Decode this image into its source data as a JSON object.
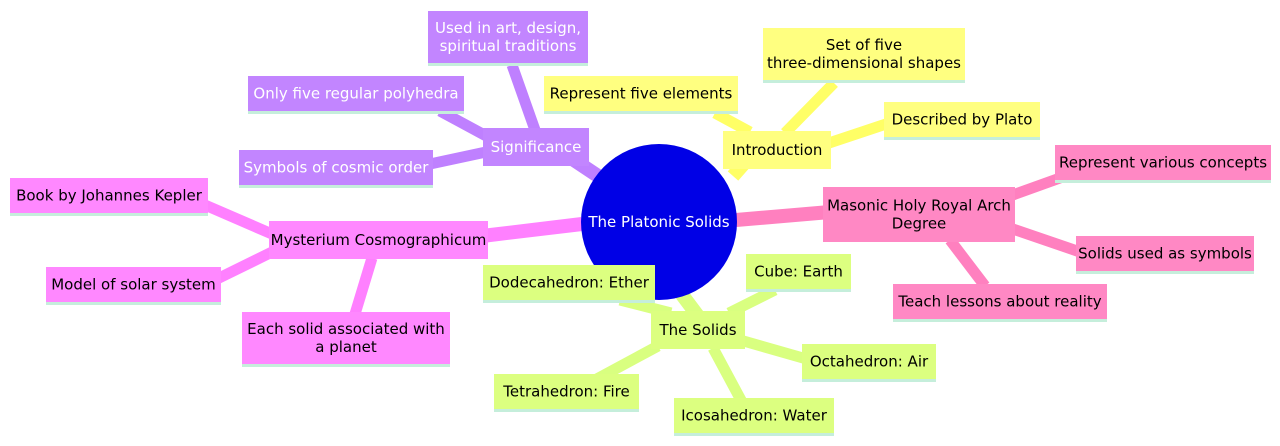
{
  "root": {
    "label": "The Platonic Solids",
    "color": "#0000e6",
    "text_color": "#ffffff"
  },
  "branches": [
    {
      "id": "introduction",
      "label": "Introduction",
      "color": "#ffff80",
      "edge_color": "#ffff66",
      "text_color": "#000000",
      "children": [
        {
          "id": "set-of-five",
          "lines": [
            "Set of five",
            "three-dimensional shapes"
          ]
        },
        {
          "id": "represent-elements",
          "lines": [
            "Represent five elements"
          ]
        },
        {
          "id": "described-by-plato",
          "lines": [
            "Described by Plato"
          ]
        }
      ]
    },
    {
      "id": "masonic",
      "label": [
        "Masonic Holy Royal Arch",
        "Degree"
      ],
      "color": "#ff88c4",
      "edge_color": "#ff80bf",
      "text_color": "#000000",
      "children": [
        {
          "id": "represent-concepts",
          "lines": [
            "Represent various concepts"
          ]
        },
        {
          "id": "solids-as-symbols",
          "lines": [
            "Solids used as symbols"
          ]
        },
        {
          "id": "teach-lessons",
          "lines": [
            "Teach lessons about reality"
          ]
        }
      ]
    },
    {
      "id": "the-solids",
      "label": "The Solids",
      "color": "#dcff80",
      "edge_color": "#d9ff80",
      "text_color": "#000000",
      "children": [
        {
          "id": "cube",
          "lines": [
            "Cube: Earth"
          ]
        },
        {
          "id": "dodecahedron",
          "lines": [
            "Dodecahedron: Ether"
          ]
        },
        {
          "id": "octahedron",
          "lines": [
            "Octahedron: Air"
          ]
        },
        {
          "id": "tetrahedron",
          "lines": [
            "Tetrahedron: Fire"
          ]
        },
        {
          "id": "icosahedron",
          "lines": [
            "Icosahedron: Water"
          ]
        }
      ]
    },
    {
      "id": "mysterium",
      "label": "Mysterium Cosmographicum",
      "color": "#ff88ff",
      "edge_color": "#ff80ff",
      "text_color": "#000000",
      "children": [
        {
          "id": "kepler-book",
          "lines": [
            "Book by Johannes Kepler"
          ]
        },
        {
          "id": "solar-model",
          "lines": [
            "Model of solar system"
          ]
        },
        {
          "id": "solid-planet",
          "lines": [
            "Each solid associated with",
            "a planet"
          ]
        }
      ]
    },
    {
      "id": "significance",
      "label": "Significance",
      "color": "#c285ff",
      "edge_color": "#bf80ff",
      "text_color": "#ffffff",
      "children": [
        {
          "id": "art-design",
          "lines": [
            "Used in art, design,",
            "spiritual traditions"
          ]
        },
        {
          "id": "five-polyhedra",
          "lines": [
            "Only five regular polyhedra"
          ]
        },
        {
          "id": "cosmic-order",
          "lines": [
            "Symbols of cosmic order"
          ]
        }
      ]
    }
  ],
  "underline_color": "#c5eedb"
}
